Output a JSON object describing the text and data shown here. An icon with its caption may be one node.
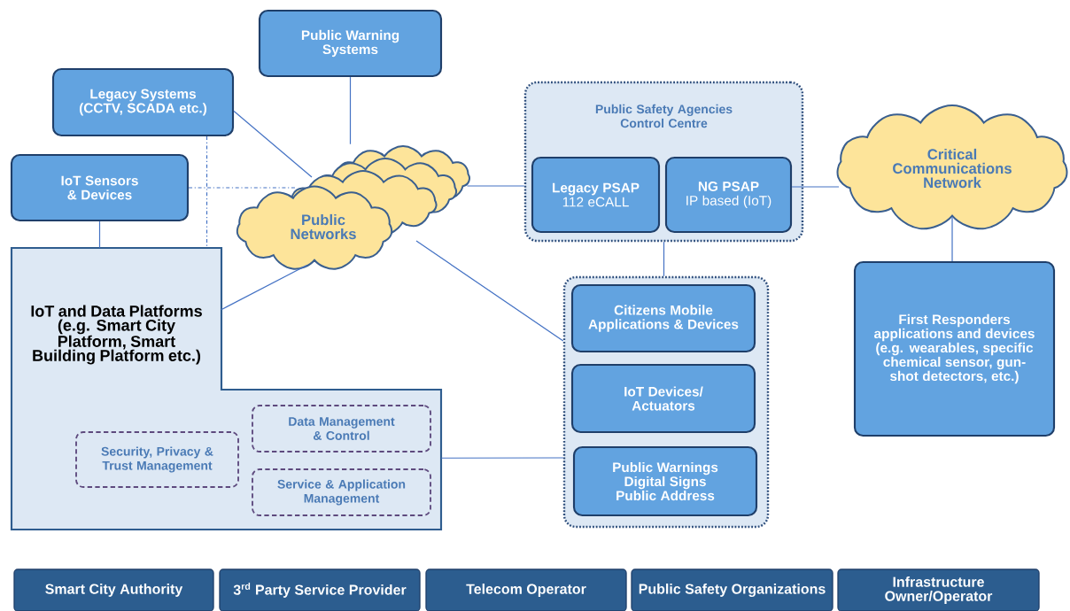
{
  "diagram": {
    "nodes": [
      {
        "text": [
          "Public Warning Systems"
        ]
      },
      {
        "text": [
          "Legacy Systems (CCTV, SCADA etc.)"
        ]
      },
      {
        "text": [
          "IoT Sensors & Devices"
        ]
      },
      {
        "text": [
          "Public Networks"
        ]
      },
      {
        "text": [
          "Public Safety Agencies Control Centre"
        ]
      },
      {
        "text": [
          "Legacy PSAP",
          "112 eCALL"
        ],
        "in": 4
      },
      {
        "text": [
          "NG PSAP",
          "IP based (IoT)"
        ],
        "in": 4
      },
      {
        "text": [
          "Critical Communications Network"
        ]
      },
      {
        "text": [
          "IoT and Data Platforms (e.g. Smart City Platform, Smart Building Platform etc.)"
        ]
      },
      {
        "text": [
          "Security, Privacy & Trust Management"
        ],
        "in": 8
      },
      {
        "text": [
          "Data Management & Control"
        ],
        "in": 8
      },
      {
        "text": [
          "Service & Application Management"
        ],
        "in": 8
      },
      {
        "text": [],
        "shape": "box"
      },
      {
        "text": [
          "Citizens Mobile Applications & Devices"
        ],
        "in": 12
      },
      {
        "text": [
          "IoT Devices/ Actuators"
        ],
        "in": 12
      },
      {
        "text": [
          "Public Warnings Digital Signs Public Address"
        ],
        "in": 12
      },
      {
        "text": [
          "First Responders applications and devices",
          "(e.g. wearables, specific chemical sensor, gun-shot detectors, etc.)"
        ]
      },
      {
        "text": [
          "Smart City Authority"
        ]
      },
      {
        "text": [
          "3$^{rd}$ Party Service Provider"
        ]
      },
      {
        "text": [
          "Telecom Operator"
        ]
      },
      {
        "text": [
          "Public Safety Organizations"
        ]
      },
      {
        "text": [
          "Infrastructure Owner/Operator"
        ]
      }
    ],
    "edges": [
      {
        "from": 0,
        "to": 3,
        "arrow": "none"
      },
      {
        "from": 1,
        "to": 3,
        "arrow": "none"
      },
      {
        "from": 2,
        "to": 3,
        "arrow": "none",
        "style": "dashed"
      },
      {
        "from": 1,
        "to": 8,
        "arrow": "none",
        "style": "dashed"
      },
      {
        "from": 2,
        "to": 8,
        "arrow": "none"
      },
      {
        "from": 8,
        "to": 3,
        "arrow": "none"
      },
      {
        "from": 3,
        "to": 4,
        "arrow": "none"
      },
      {
        "from": 6,
        "to": 7,
        "arrow": "none"
      },
      {
        "from": 7,
        "to": 16,
        "arrow": "none"
      },
      {
        "from": 4,
        "to": 12,
        "arrow": "none"
      },
      {
        "from": 3,
        "to": 12,
        "arrow": "none"
      },
      {
        "from": 8,
        "to": 12,
        "arrow": "none"
      }
    ]
  }
}
